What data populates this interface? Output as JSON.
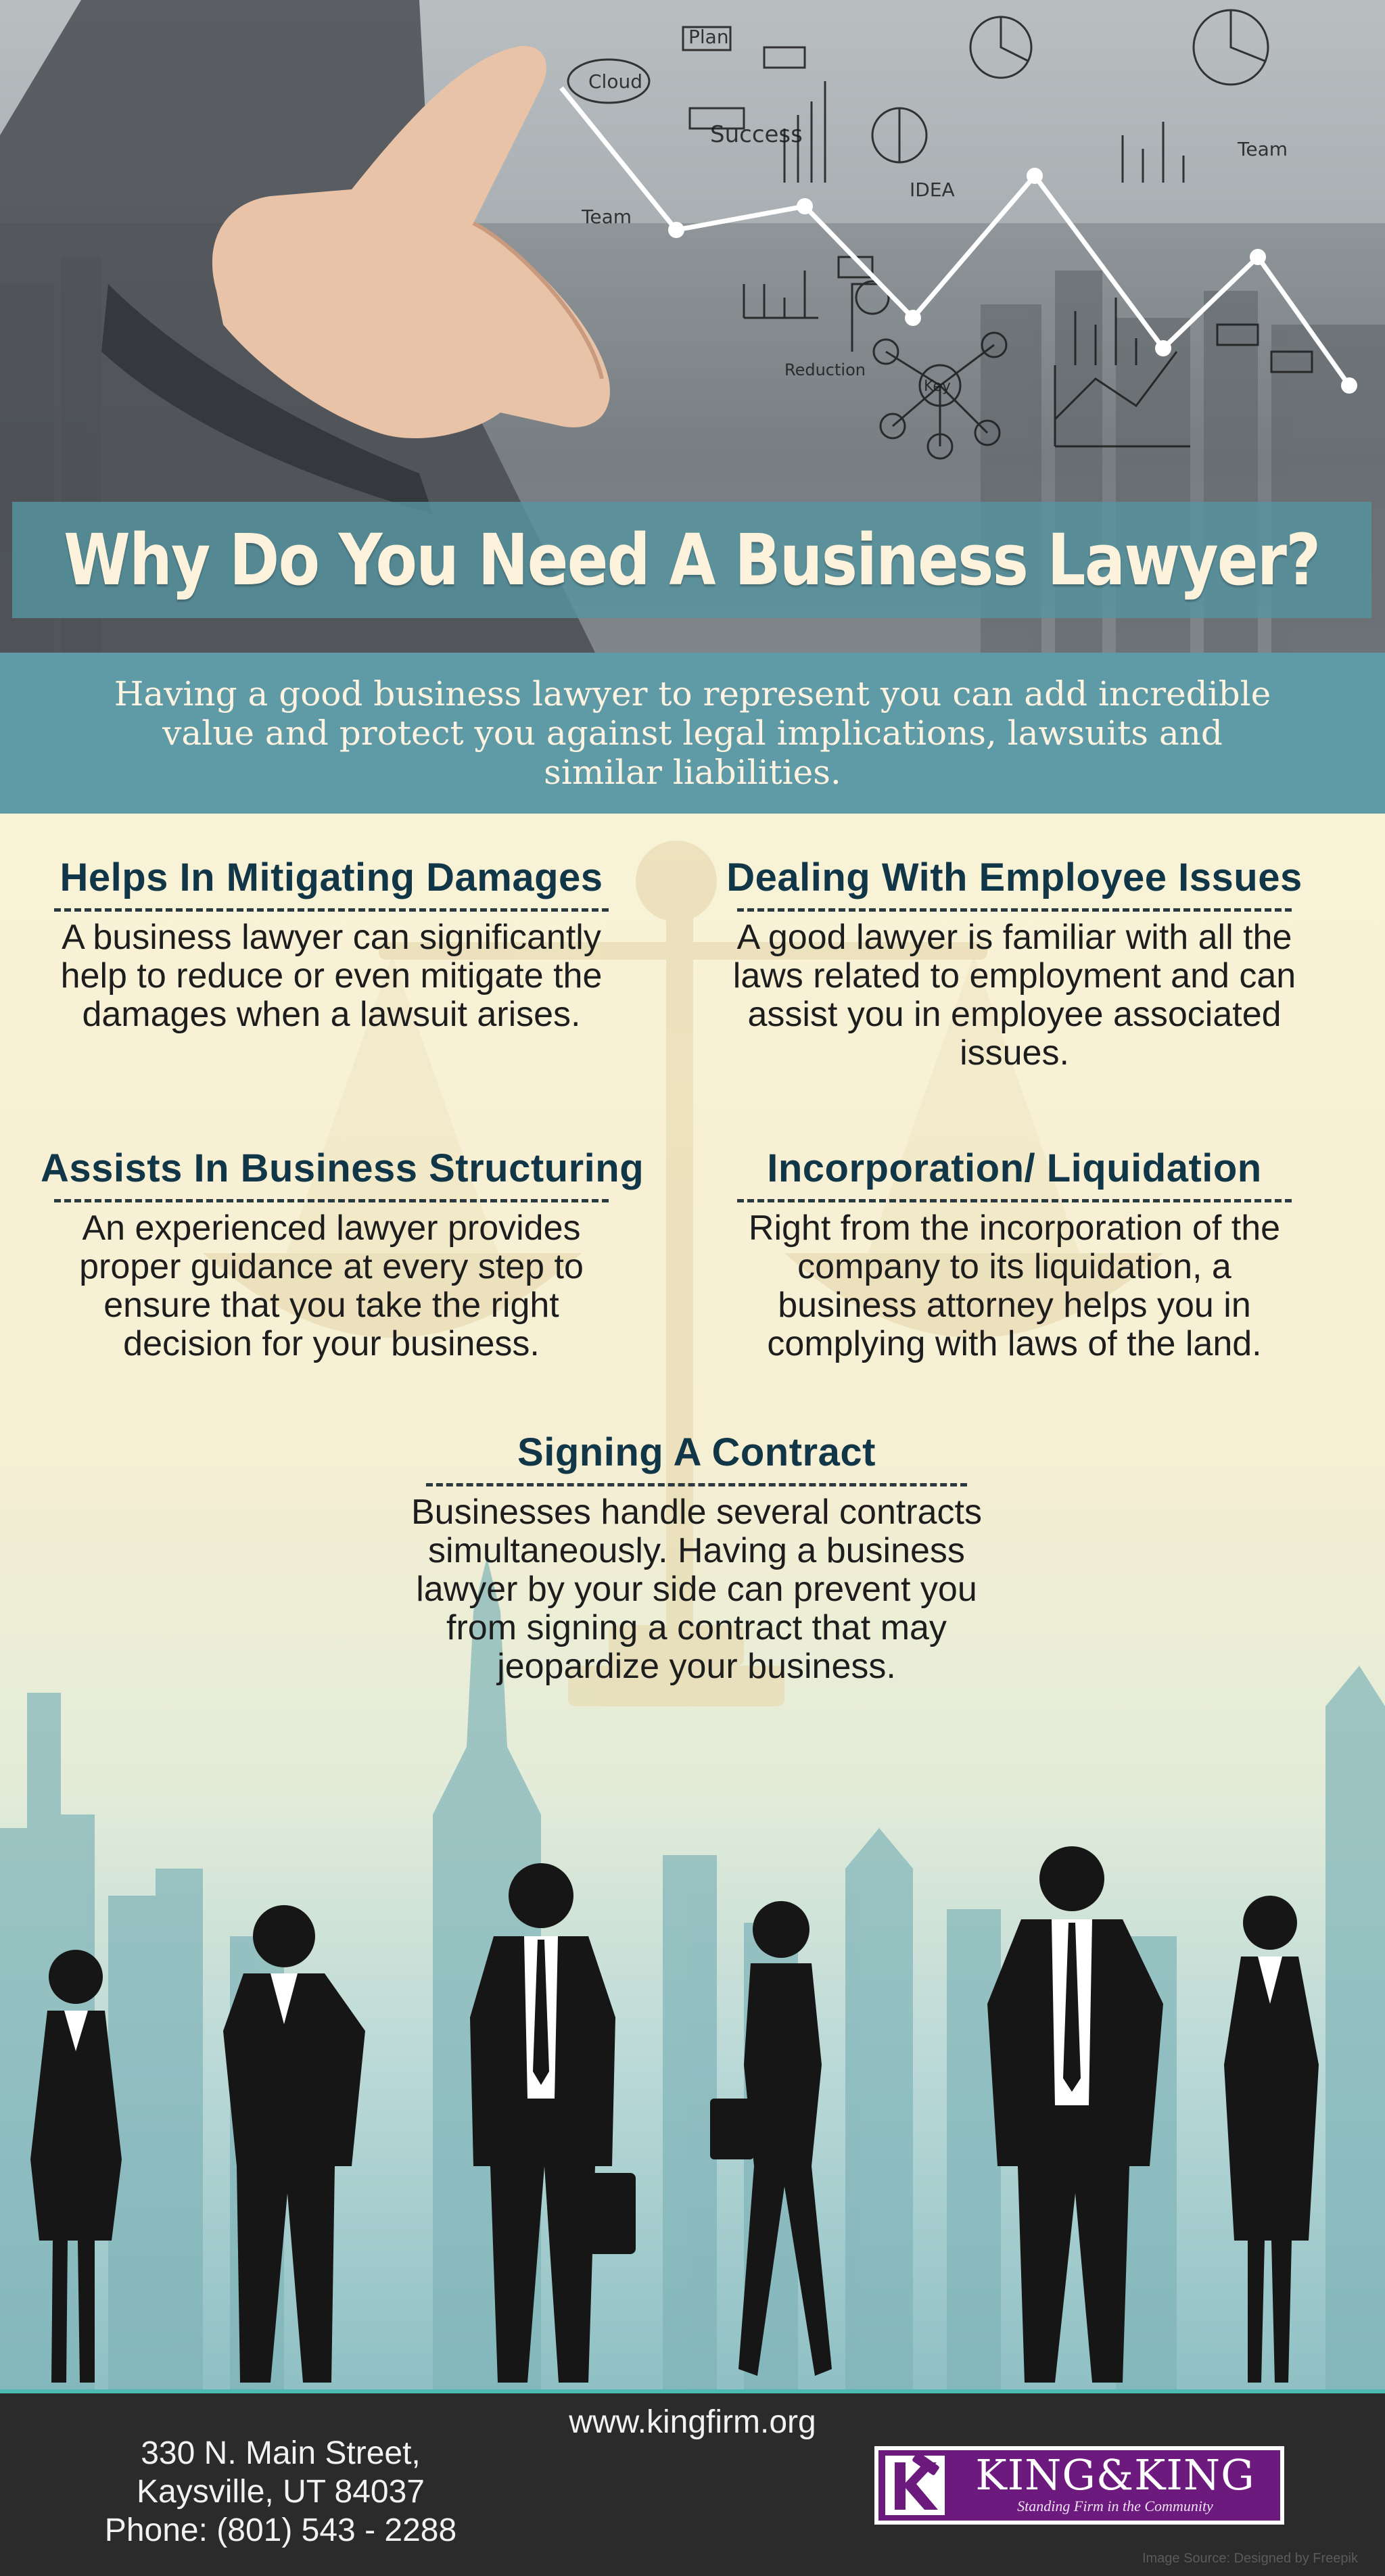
{
  "hero": {
    "title": "Why Do You Need A Business Lawyer?",
    "sketch_words": {
      "cloud": "Cloud",
      "plan": "Plan",
      "success": "Success",
      "team1": "Team",
      "team2": "Team",
      "idea": "IDEA",
      "key": "Key",
      "reduction": "Reduction"
    }
  },
  "intro": {
    "text": "Having a good business lawyer to represent you can add incredible value and protect you against legal implications, lawsuits and similar liabilities."
  },
  "sections": [
    {
      "title": "Helps In Mitigating Damages",
      "text": "A business lawyer can significantly help to reduce or even mitigate the damages when a lawsuit arises."
    },
    {
      "title": "Dealing With Employee Issues",
      "text": "A good lawyer is familiar with all the laws related to employment and can assist you in employee associated issues."
    },
    {
      "title": "Assists In Business Structuring",
      "text": "An experienced lawyer provides proper guidance at every step to ensure that you take the right decision for your business."
    },
    {
      "title": "Incorporation/ Liquidation",
      "text": "Right from the incorporation of the company to its liquidation, a business attorney helps you in complying with laws of the land."
    },
    {
      "title": "Signing A Contract",
      "text": "Businesses handle several contracts simultaneously. Having a business lawyer by your side can prevent you from signing a contract that may jeopardize your business."
    }
  ],
  "footer": {
    "website": "www.kingfirm.org",
    "address_line1": "330 N. Main Street,",
    "address_line2": "Kaysville, UT 84037",
    "phone": "Phone: (801) 543 - 2288",
    "logo_name": "KING&KING",
    "logo_tagline": "Standing Firm in the Community",
    "credit": "Image Source: Designed by Freepik"
  },
  "colors": {
    "teal": "#5f9ba6",
    "cream": "#f7f1d8",
    "heading_navy": "#103648",
    "footer_dark": "#2b2b2c",
    "logo_purple": "#6d1a7e"
  }
}
